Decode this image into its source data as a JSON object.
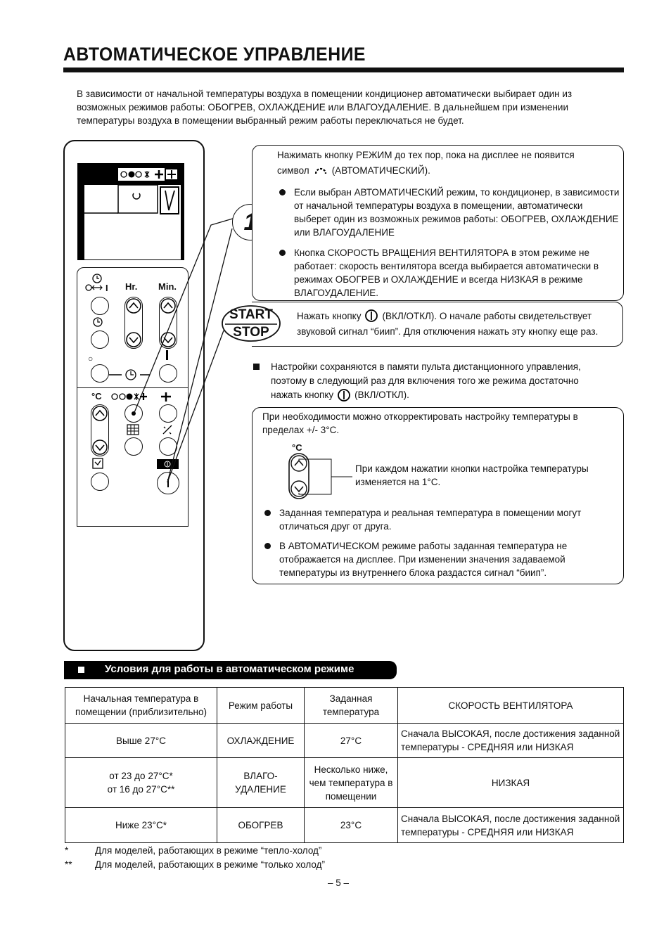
{
  "title": "АВТОМАТИЧЕСКОЕ УПРАВЛЕНИЕ",
  "intro": "В зависимости от начальной температуры воздуха в помещении кондиционер автоматически выбирает один из возможных режимов работы: ОБОГРЕВ, ОХЛАЖДЕНИЕ или ВЛАГОУДАЛЕНИЕ. В дальнейшем при изменении температуры воздуха в помещении выбранный режим работы переключаться не будет.",
  "step1": {
    "number": "1",
    "line_a": "Нажимать кнопку РЕЖИМ до тех пор, пока на дисплее не появится",
    "line_b_prefix": "символ",
    "line_b_suffix": "(АВТОМАТИЧЕСКИЙ).",
    "bullet1": "Если выбран АВТОМАТИЧЕСКИЙ режим, то кондиционер, в зависимости от начальной температуры воздуха в помещении, автоматически выберет один из возможных режимов работы: ОБОГРЕВ, ОХЛАЖДЕНИЕ или ВЛАГОУДАЛЕНИЕ",
    "bullet2": "Кнопка СКОРОСТЬ ВРАЩЕНИЯ ВЕНТИЛЯТОРА в этом режиме не работает: скорость вентилятора всегда выбирается автоматически в режимах ОБОГРЕВ и ОХЛАЖДЕНИЕ и всегда  НИЗКАЯ в режиме ВЛАГОУДАЛЕНИЕ."
  },
  "step2": {
    "start_label": "START",
    "stop_label": "STOP",
    "line_a_prefix": "Нажать кнопку",
    "line_a_suffix": "(ВКЛ/ОТКЛ). О начале работы свидетельствует",
    "line_b": "звуковой сигнал “биип”. Для отключения нажать эту кнопку еще раз."
  },
  "memory_note": {
    "line_a": "Настройки сохраняются в памяти пульта дистанционного управления,",
    "line_b": "поэтому в следующий раз для включения того же режима достаточно",
    "line_c_prefix": "нажать кнопку",
    "line_c_suffix": "(ВКЛ/ОТКЛ)."
  },
  "temp_box": {
    "intro": "При необходимости можно откорректировать настройку температуры в пределах +/- 3°С.",
    "unit": "°C",
    "callout": "При каждом нажатии кнопки настройка температуры изменяется на 1°С.",
    "bullet1": "Заданная температура и реальная температура в помещении могут отличаться друг от друга.",
    "bullet2": "В АВТОМАТИЧЕСКОМ режиме работы заданная температура не отображается на дисплее. При изменении значения задаваемой температуры из внутреннего блока раздастся сигнал “биип”."
  },
  "remote": {
    "hr": "Hr.",
    "min": "Min.",
    "celsius": "°C"
  },
  "section_header": "Условия для работы в автоматическом режиме",
  "table": {
    "headers": [
      "Начальная температура в помещении (приблизительно)",
      "Режим работы",
      "Заданная температура",
      "СКОРОСТЬ ВЕНТИЛЯТОРА"
    ],
    "rows": [
      {
        "temp": "Выше 27°С",
        "mode": "ОХЛАЖДЕНИЕ",
        "set": "27°С",
        "fan": "Сначала ВЫСОКАЯ, после достижения заданной температуры - СРЕДНЯЯ или НИЗКАЯ"
      },
      {
        "temp_a": "от 23 до 27°С*",
        "temp_b": "от 16 до 27°С**",
        "mode_a": "ВЛАГО-",
        "mode_b": "УДАЛЕНИЕ",
        "set": "Несколько ниже, чем температура в помещении",
        "fan": "НИЗКАЯ"
      },
      {
        "temp": "Ниже 23°С*",
        "mode": "ОБОГРЕВ",
        "set": "23°С",
        "fan": "Сначала ВЫСОКАЯ, после достижения заданной температуры - СРЕДНЯЯ или НИЗКАЯ"
      }
    ]
  },
  "footnotes": [
    {
      "mark": "*",
      "text": "Для моделей, работающих в режиме “тепло-холод”"
    },
    {
      "mark": "**",
      "text": "Для моделей, работающих в режиме “только холод”"
    }
  ],
  "page_number": "– 5 –"
}
